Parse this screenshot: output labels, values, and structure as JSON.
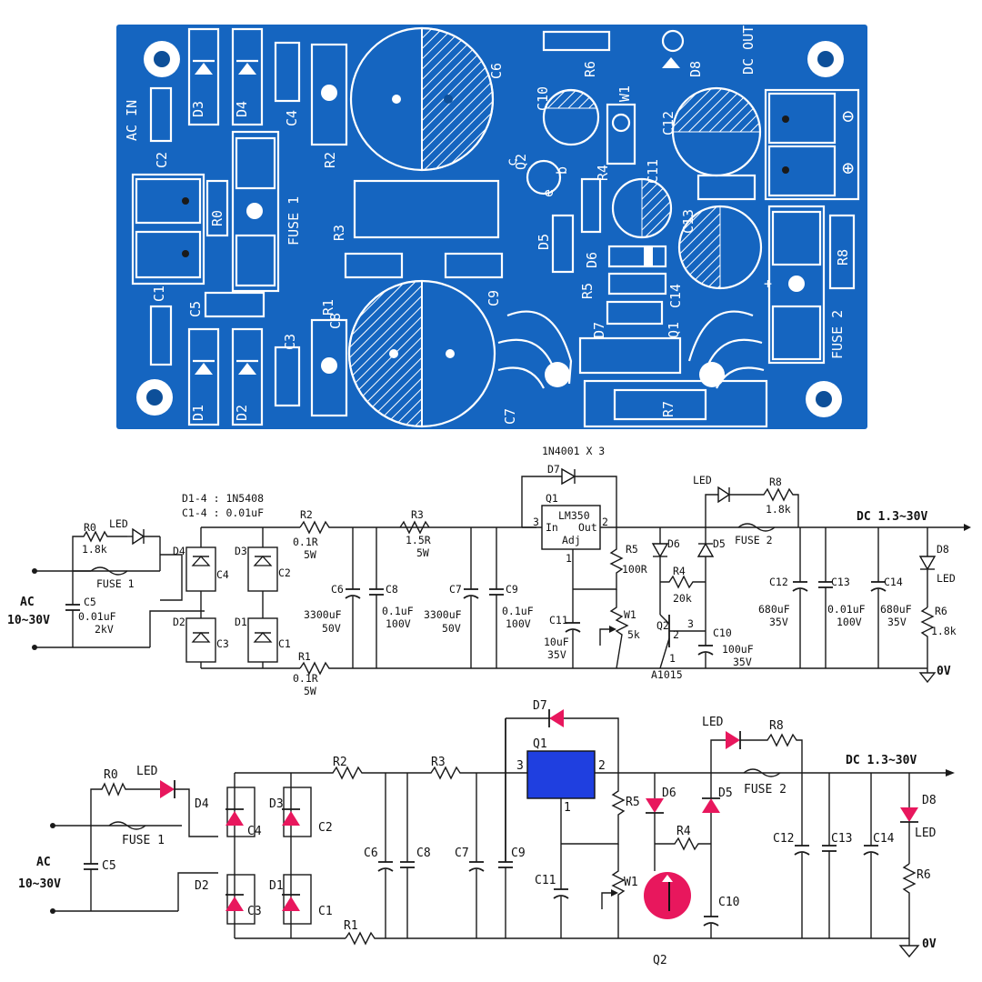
{
  "pcb": {
    "board_id": "380899",
    "colors": {
      "board": "#1565c0",
      "silk": "#ffffff",
      "pad": "#8fa8b9",
      "background": "#ffffff"
    },
    "labels": {
      "ac_in": "AC  IN",
      "dc_out": "DC  OUT",
      "fuse1": "FUSE 1",
      "fuse2": "FUSE 2",
      "c1": "C1",
      "c2": "C2",
      "c3": "C3",
      "c4": "C4",
      "c5": "C5",
      "c6": "C6",
      "c7": "C7",
      "c8": "C8",
      "c9": "C9",
      "c10": "C10",
      "c11": "C11",
      "c12": "C12",
      "c13": "C13",
      "c14": "C14",
      "r0": "R0",
      "r1": "R1",
      "r2": "R2",
      "r3": "R3",
      "r4": "R4",
      "r5": "R5",
      "r6": "R6",
      "r7": "R7",
      "r8": "R8",
      "d1": "D1",
      "d2": "D2",
      "d3": "D3",
      "d4": "D4",
      "d5": "D5",
      "d6": "D6",
      "d7": "D7",
      "d8": "D8",
      "q1": "Q1",
      "q2": "Q2",
      "w1": "W1",
      "plus": "+",
      "minus": "⊖",
      "plus_circ": "⊕",
      "c_pin": "c",
      "b_pin": "b",
      "e_pin": "e"
    }
  },
  "schematic_detailed": {
    "diode_note": "D1-4 : 1N5408",
    "cap_note": "C1-4 : 0.01uF",
    "d7_note": "1N4001 X 3",
    "ac_label": "AC",
    "ac_range": "10~30V",
    "r0": {
      "name": "R0",
      "value": "1.8k"
    },
    "led_in": "LED",
    "fuse1": "FUSE 1",
    "c5": {
      "name": "C5",
      "value": "0.01uF",
      "rating": "2kV"
    },
    "d1": "D1",
    "d2": "D2",
    "d3": "D3",
    "d4": "D4",
    "c1": "C1",
    "c2": "C2",
    "c3": "C3",
    "c4": "C4",
    "r2": {
      "name": "R2",
      "value": "0.1R",
      "rating": "5W"
    },
    "r1": {
      "name": "R1",
      "value": "0.1R",
      "rating": "5W"
    },
    "r3": {
      "name": "R3",
      "value": "1.5R",
      "rating": "5W"
    },
    "c6": {
      "name": "C6",
      "value": "3300uF",
      "rating": "50V"
    },
    "c8": {
      "name": "C8",
      "value": "0.1uF",
      "rating": "100V"
    },
    "c7": {
      "name": "C7",
      "value": "3300uF",
      "rating": "50V"
    },
    "c9": {
      "name": "C9",
      "value": "0.1uF",
      "rating": "100V"
    },
    "d7": "D7",
    "q1": {
      "name": "Q1",
      "part": "LM350",
      "pin_in": "In",
      "pin_out": "Out",
      "pin_adj": "Adj",
      "pin3": "3",
      "pin2": "2",
      "pin1": "1"
    },
    "r5": {
      "name": "R5",
      "value": "100R"
    },
    "d6": "D6",
    "d5": "D5",
    "r4": {
      "name": "R4",
      "value": "20k"
    },
    "c11": {
      "name": "C11",
      "value": "10uF",
      "rating": "35V"
    },
    "w1": {
      "name": "W1",
      "value": "5k"
    },
    "q2": {
      "name": "Q2",
      "part": "A1015",
      "pin2": "2",
      "pin3": "3",
      "pin1": "1"
    },
    "c10": {
      "name": "C10",
      "value": "100uF",
      "rating": "35V"
    },
    "led_out": "LED",
    "r8": {
      "name": "R8",
      "value": "1.8k"
    },
    "fuse2": "FUSE 2",
    "c12": {
      "name": "C12",
      "value": "680uF",
      "rating": "35V"
    },
    "c13": {
      "name": "C13",
      "value": "0.01uF",
      "rating": "100V"
    },
    "c14": {
      "name": "C14",
      "value": "680uF",
      "rating": "35V"
    },
    "dc_out": "DC 1.3~30V",
    "d8": "D8",
    "led_d8": "LED",
    "r6": {
      "name": "R6",
      "value": "1.8k"
    },
    "gnd": "0V"
  },
  "schematic_color": {
    "colors": {
      "diode": "#e8175d",
      "regulator": "#1f3fe0",
      "transistor": "#e8175d"
    },
    "ac_label": "AC",
    "ac_range": "10~30V",
    "r0": "R0",
    "led_in": "LED",
    "fuse1": "FUSE 1",
    "c5": "C5",
    "d1": "D1",
    "d2": "D2",
    "d3": "D3",
    "d4": "D4",
    "c1": "C1",
    "c2": "C2",
    "c3": "C3",
    "c4": "C4",
    "r1": "R1",
    "r2": "R2",
    "r3": "R3",
    "c6": "C6",
    "c7": "C7",
    "c8": "C8",
    "c9": "C9",
    "d7": "D7",
    "q1": "Q1",
    "pin3": "3",
    "pin2": "2",
    "pin1": "1",
    "r5": "R5",
    "d6": "D6",
    "d5": "D5",
    "r4": "R4",
    "c11": "C11",
    "w1": "W1",
    "q2": "Q2",
    "c10": "C10",
    "led_out": "LED",
    "r8": "R8",
    "fuse2": "FUSE 2",
    "c12": "C12",
    "c13": "C13",
    "c14": "C14",
    "dc_out": "DC 1.3~30V",
    "d8": "D8",
    "led_d8": "LED",
    "r6": "R6",
    "gnd": "0V"
  }
}
